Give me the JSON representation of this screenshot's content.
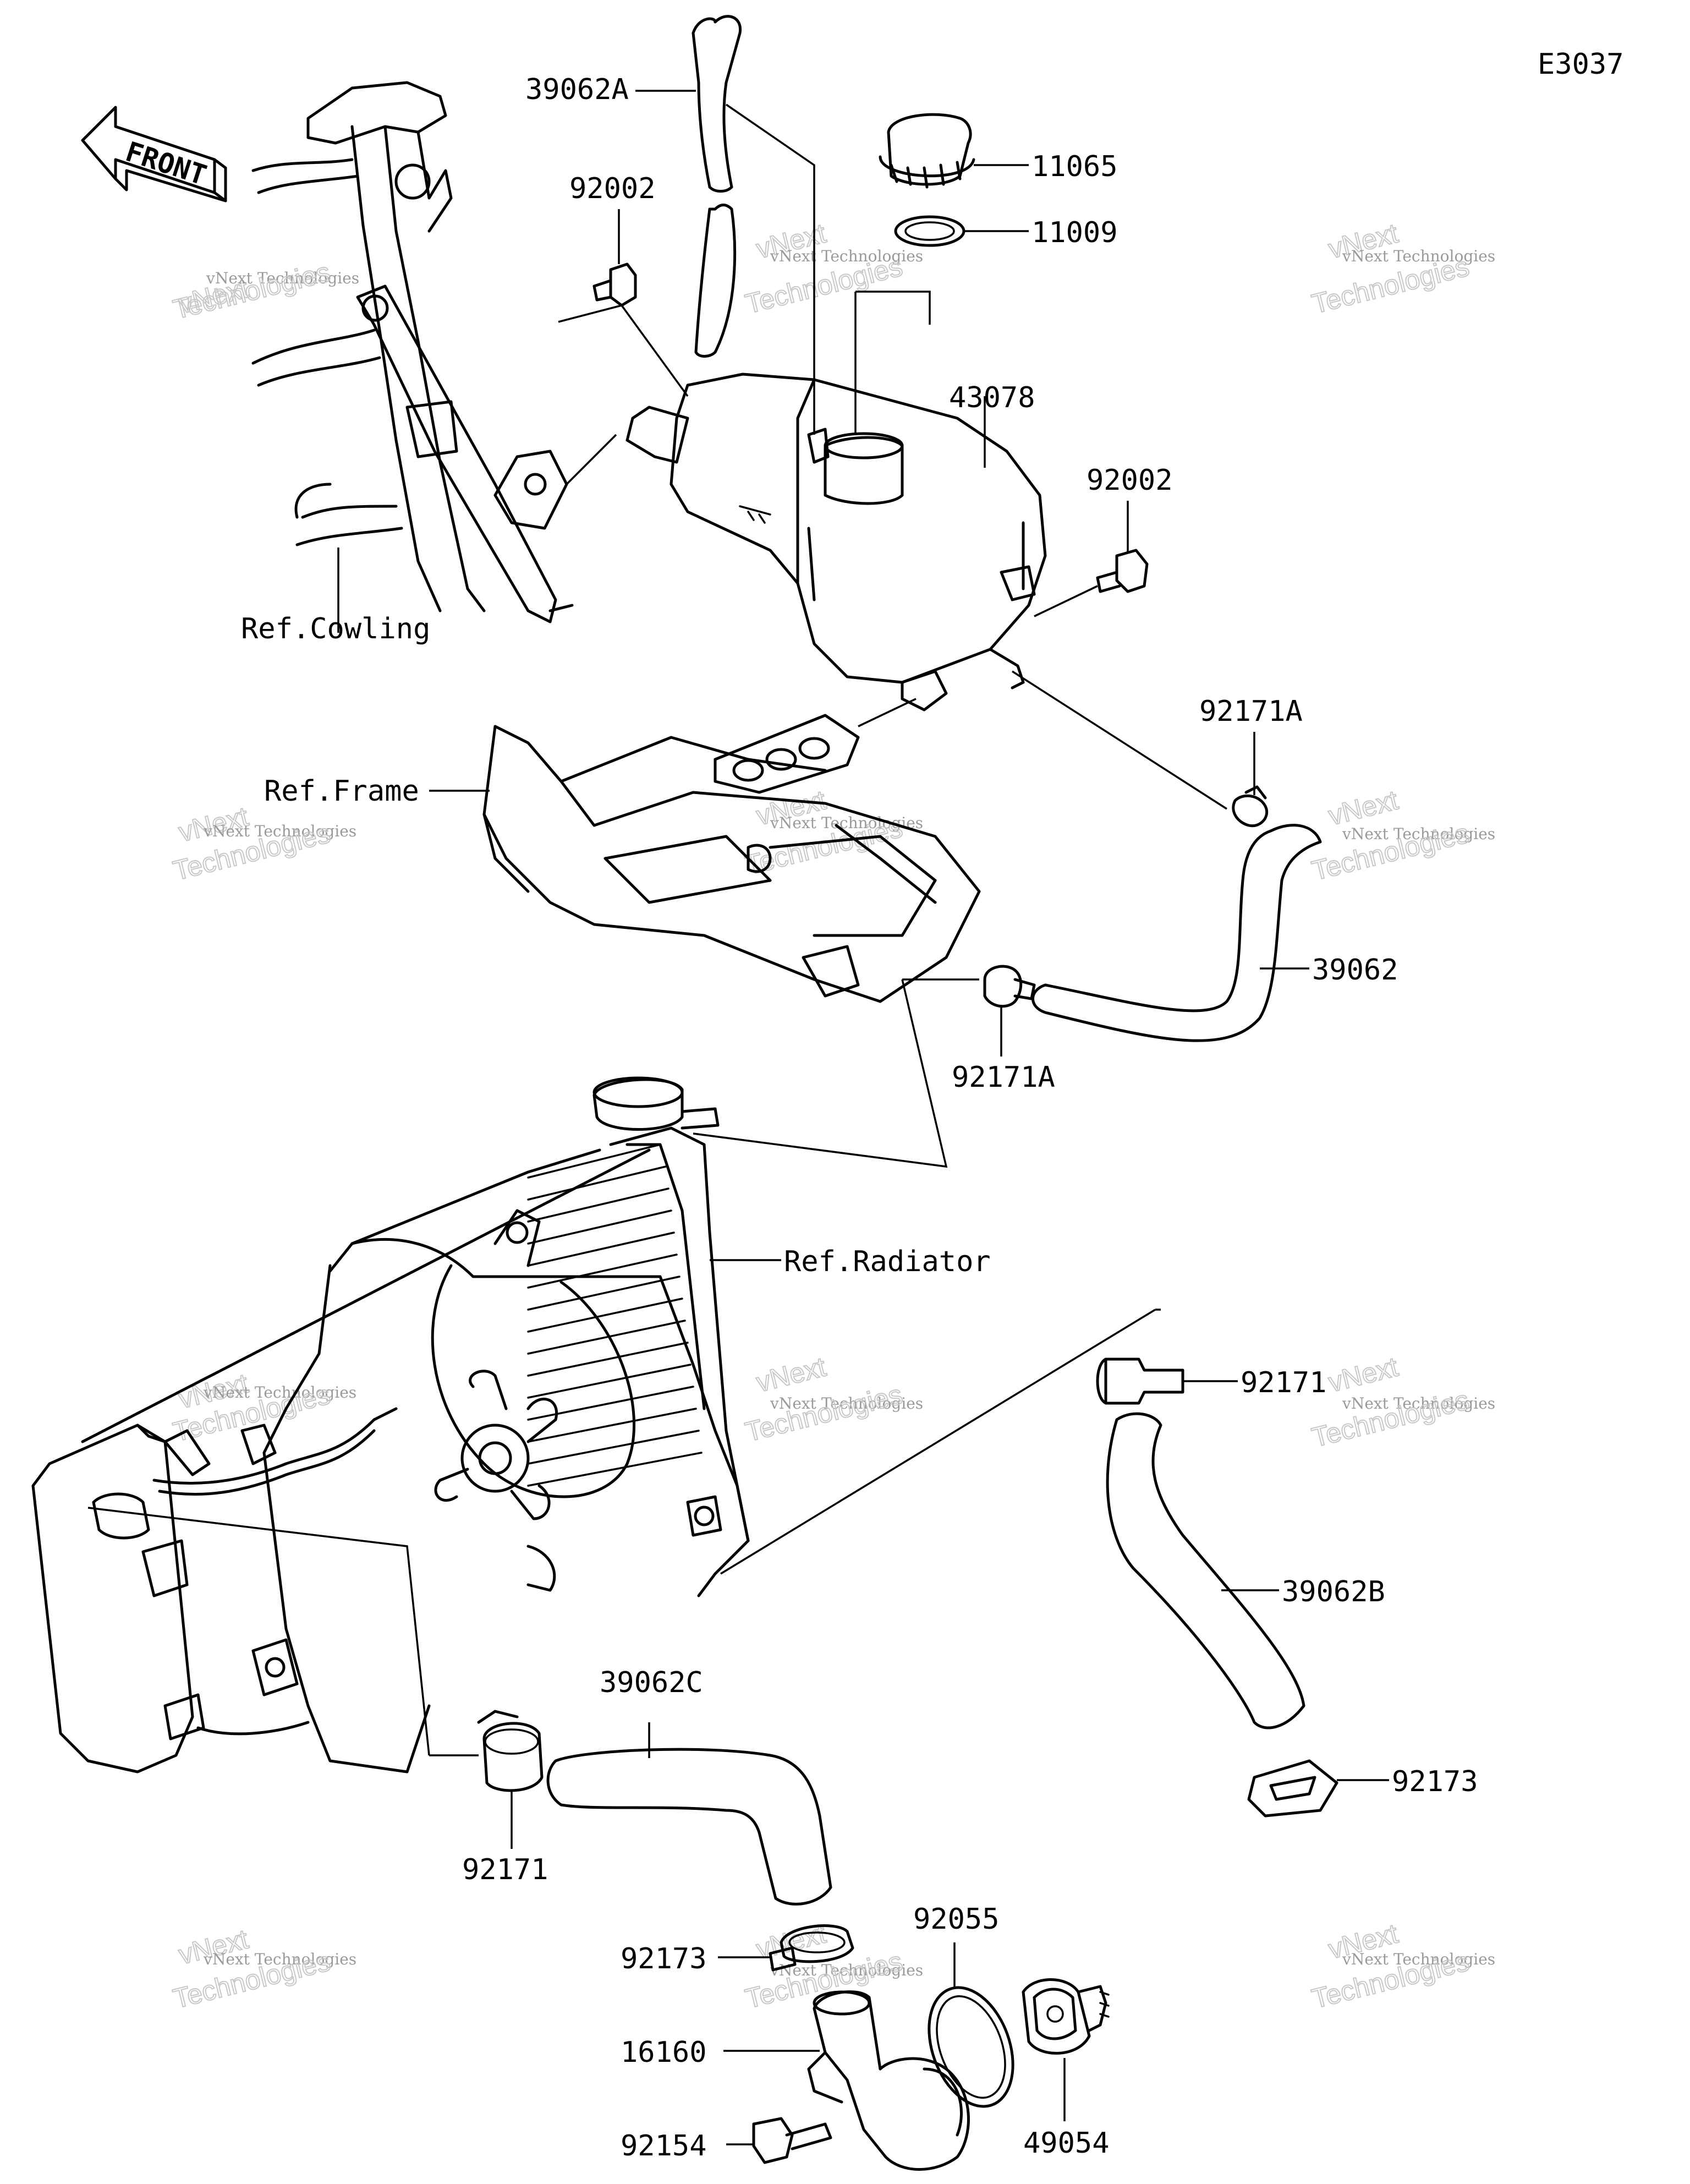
{
  "diagram_code": "E3037",
  "front_label": "FRONT",
  "watermark": {
    "line1": "vNext Technologies",
    "line2": "vNext",
    "line3": "Technologies"
  },
  "labels": {
    "p39062A": "39062A",
    "p92002_top": "92002",
    "p11065": "11065",
    "p11009": "11009",
    "p43078": "43078",
    "p92002_right": "92002",
    "ref_cowling": "Ref.Cowling",
    "ref_frame": "Ref.Frame",
    "p92171A_top": "92171A",
    "p39062": "39062",
    "p92171A_mid": "92171A",
    "ref_radiator": "Ref.Radiator",
    "p92171_right": "92171",
    "p39062B": "39062B",
    "p39062C": "39062C",
    "p92173_right": "92173",
    "p92171_left": "92171",
    "p92055": "92055",
    "p92173_bottom": "92173",
    "p16160": "16160",
    "p49054": "49054",
    "p92154": "92154"
  }
}
